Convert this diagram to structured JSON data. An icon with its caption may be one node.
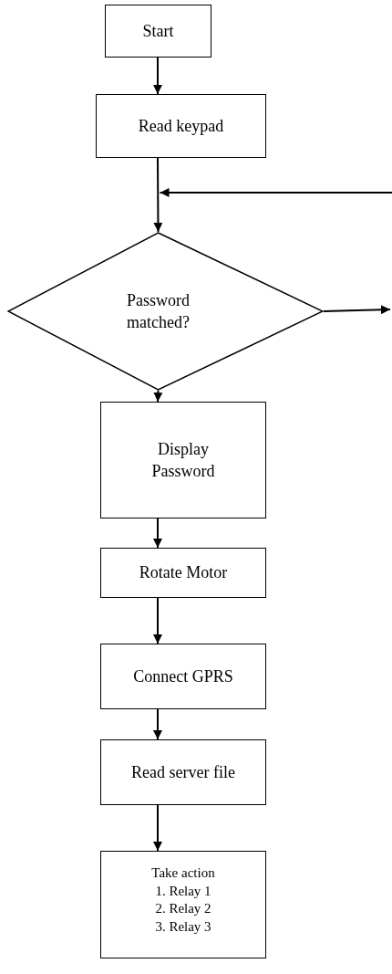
{
  "diagram": {
    "nodes": [
      {
        "text": [
          "Start"
        ]
      },
      {
        "text": [
          "Read keypad"
        ]
      },
      {
        "text": [
          "Password matched?"
        ]
      },
      {
        "text": [
          "Display Password"
        ]
      },
      {
        "text": [
          "Rotate Motor"
        ]
      },
      {
        "text": [
          "Connect GPRS"
        ]
      },
      {
        "text": [
          "Read server file"
        ]
      },
      {
        "text": [
          "Take action",
          "1. Relay 1",
          "2. Relay 2",
          "3. Relay 3"
        ]
      }
    ],
    "edges": [
      {
        "from": 0,
        "to": 1,
        "arrow": "to"
      },
      {
        "from": 1,
        "to": 2,
        "arrow": "to"
      },
      {
        "from": null,
        "to": 2,
        "arrow": "to"
      },
      {
        "from": 2,
        "to": null,
        "arrow": "to"
      },
      {
        "from": 2,
        "to": 3,
        "arrow": "to"
      },
      {
        "from": 3,
        "to": 4,
        "arrow": "to"
      },
      {
        "from": 4,
        "to": 5,
        "arrow": "to"
      },
      {
        "from": 5,
        "to": 6,
        "arrow": "to"
      },
      {
        "from": 6,
        "to": 7,
        "arrow": "to"
      }
    ]
  }
}
